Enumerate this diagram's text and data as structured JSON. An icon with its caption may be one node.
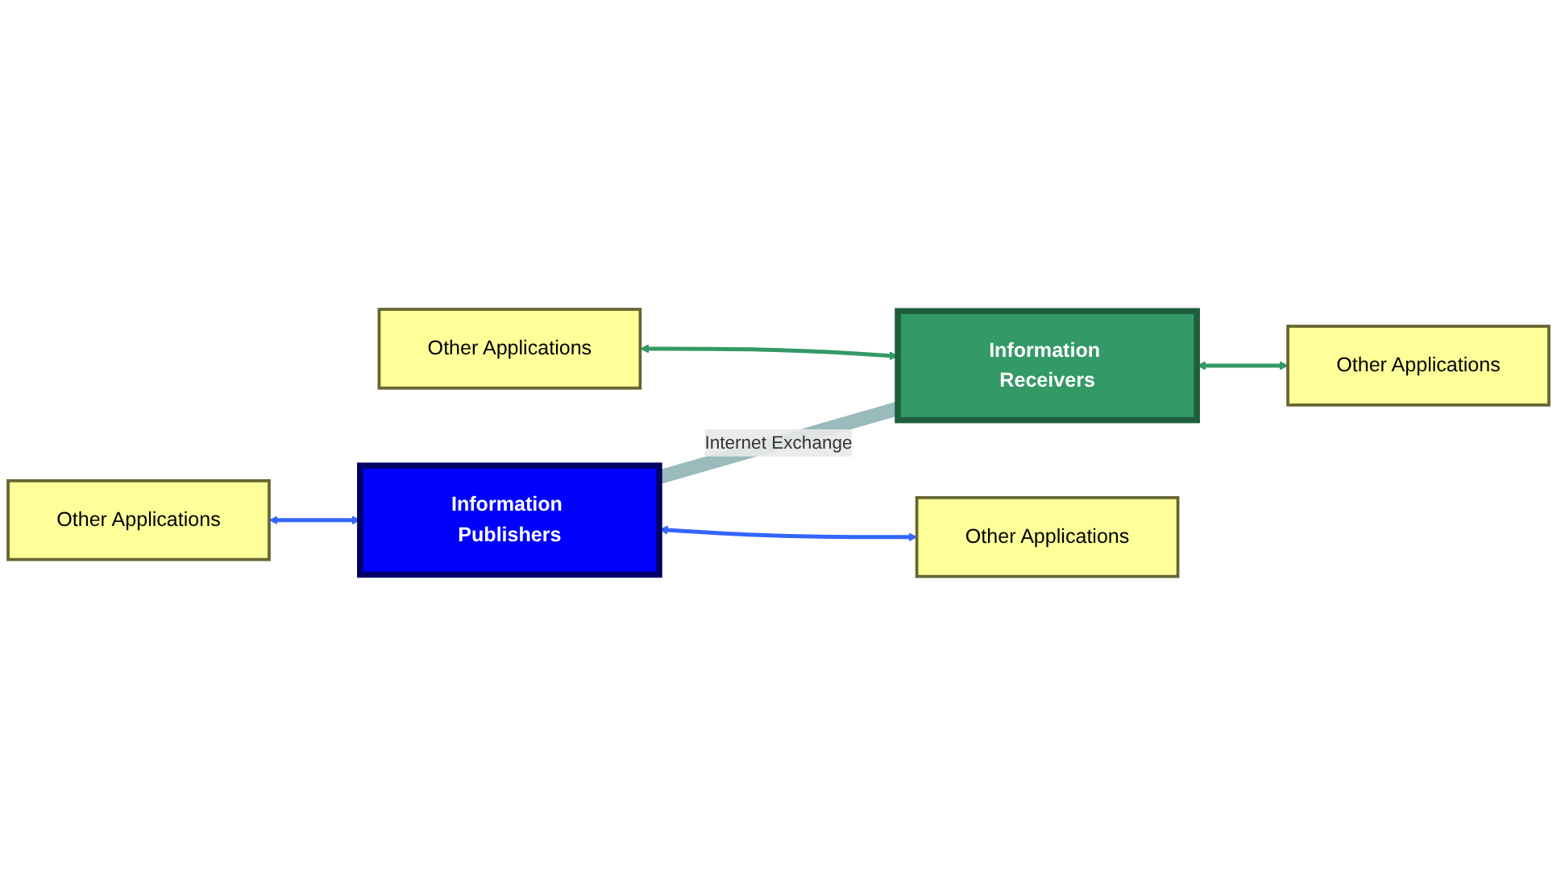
{
  "diagram": {
    "nodes": [
      {
        "text": [
          "Other Applications"
        ]
      },
      {
        "text": [
          "Other Applications"
        ]
      },
      {
        "text": [
          "Information Publishers"
        ]
      },
      {
        "text": [
          "Information Receivers"
        ]
      },
      {
        "text": [
          "Other Applications"
        ]
      },
      {
        "text": [
          "Other Applications"
        ]
      }
    ],
    "edges": [
      {
        "from": 0,
        "to": 2,
        "arrow": "both",
        "color": "#3366ff"
      },
      {
        "from": 2,
        "to": 4,
        "arrow": "both",
        "color": "#3366ff"
      },
      {
        "from": 2,
        "to": 3,
        "arrow": "none",
        "label": "Internet Exchange",
        "style": "thick",
        "color": "#99bbbb"
      },
      {
        "from": 1,
        "to": 3,
        "arrow": "both",
        "color": "#339966"
      },
      {
        "from": 3,
        "to": 5,
        "arrow": "both",
        "color": "#339966"
      }
    ]
  }
}
